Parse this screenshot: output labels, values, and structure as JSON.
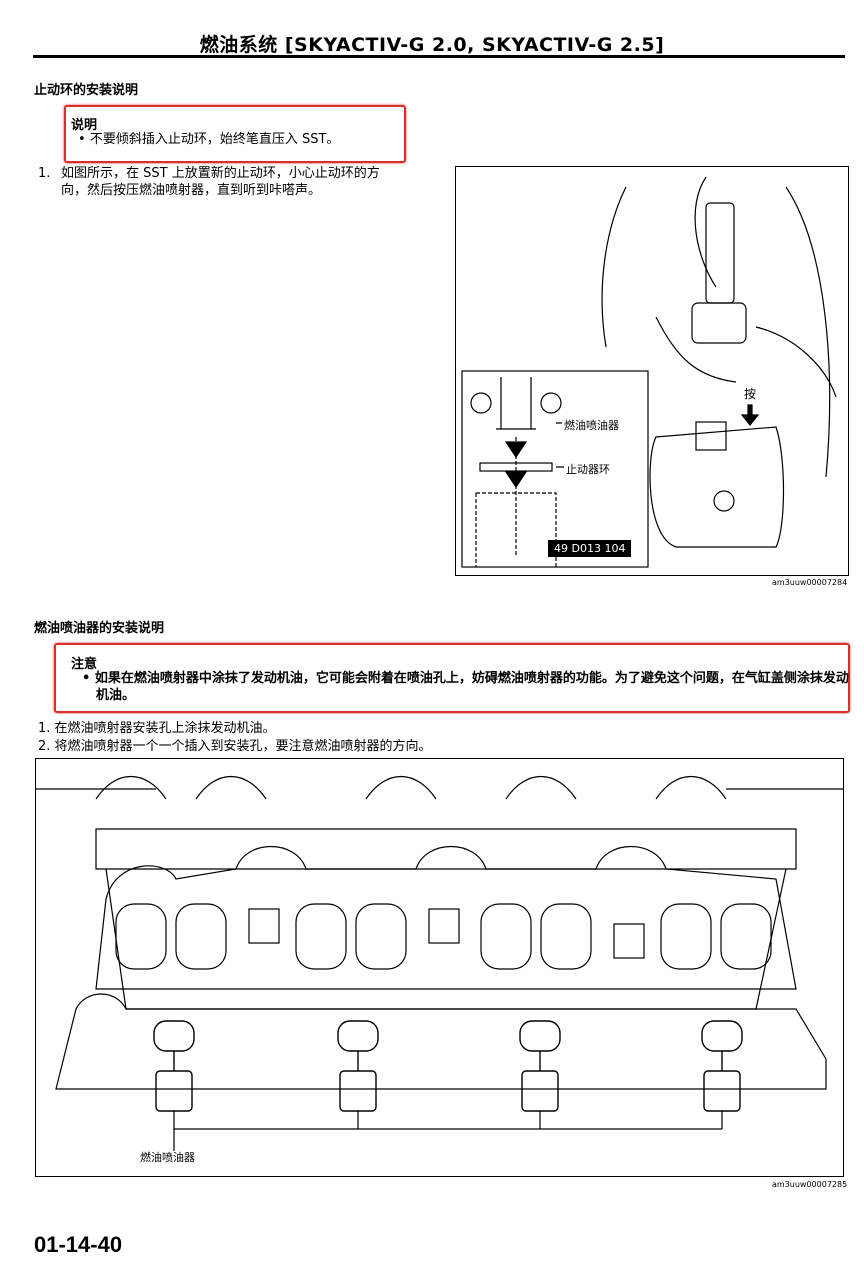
{
  "header": {
    "title": "燃油系统 [SKYACTIV-G 2.0, SKYACTIV-G 2.5]"
  },
  "section1": {
    "heading": "止动环的安装说明",
    "note": {
      "label": "说明",
      "bullet": "不要倾斜插入止动环，始终笔直压入 SST。"
    },
    "steps": [
      {
        "num": "1.",
        "text": "如图所示，在 SST 上放置新的止动环，小心止动环的方向，然后按压燃油喷射器，直到听到咔嗒声。"
      }
    ],
    "figure": {
      "labels": {
        "press": "按",
        "injector": "燃油喷油器",
        "ring": "止动器环",
        "tool_number": "49 D013 104"
      },
      "caption": "am3uuw00007284"
    }
  },
  "section2": {
    "heading": "燃油喷油器的安装说明",
    "caution": {
      "label": "注意",
      "bullet": "如果在燃油喷射器中涂抹了发动机油，它可能会附着在喷油孔上，妨碍燃油喷射器的功能。为了避免这个问题，在气缸盖侧涂抹发动机油。"
    },
    "steps": [
      {
        "num": "1.",
        "text": "在燃油喷射器安装孔上涂抹发动机油。"
      },
      {
        "num": "2.",
        "text": "将燃油喷射器一个一个插入到安装孔，要注意燃油喷射器的方向。"
      }
    ],
    "figure": {
      "labels": {
        "injector": "燃油喷油器"
      },
      "caption": "am3uuw00007285"
    }
  },
  "footer": {
    "page_number": "01-14-40"
  }
}
